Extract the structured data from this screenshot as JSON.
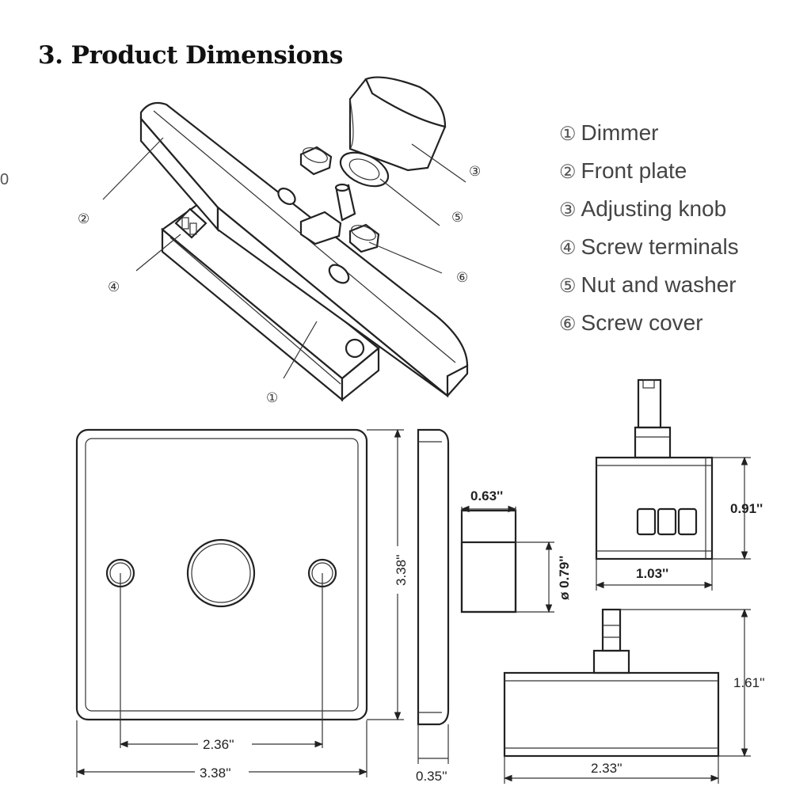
{
  "title": "3. Product Dimensions",
  "stray_mark": "0",
  "legend": [
    {
      "num": "①",
      "label": "Dimmer"
    },
    {
      "num": "②",
      "label": "Front plate"
    },
    {
      "num": "③",
      "label": "Adjusting knob"
    },
    {
      "num": "④",
      "label": "Screw terminals"
    },
    {
      "num": "⑤",
      "label": "Nut and washer"
    },
    {
      "num": "⑥",
      "label": "Screw cover"
    }
  ],
  "callouts": {
    "c1": "①",
    "c2": "②",
    "c3": "③",
    "c4": "④",
    "c5": "⑤",
    "c6": "⑥"
  },
  "dimensions": {
    "front_screw_spacing": "2.36''",
    "front_width": "3.38''",
    "front_height": "3.38''",
    "side_depth": "0.35''",
    "knob_length": "0.63''",
    "knob_diameter": "ø 0.79''",
    "dimmer_width": "1.03''",
    "dimmer_height": "0.91''",
    "dimmer_total_height": "1.61''",
    "dimmer_base_width": "2.33''"
  }
}
